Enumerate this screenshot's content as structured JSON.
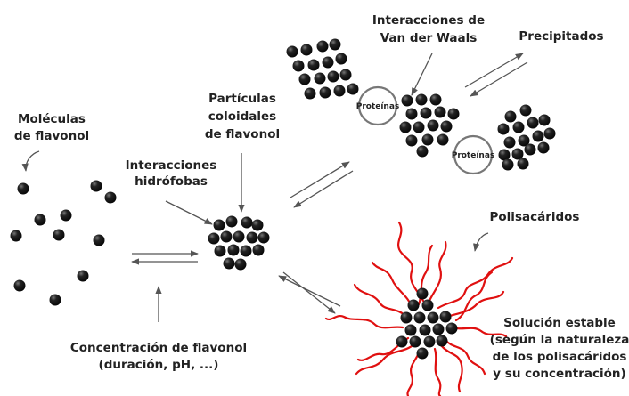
{
  "labels": {
    "moleculas_line1": "Moléculas",
    "moleculas_line2": "de flavonol",
    "interacciones_hidrofobas_line1": "Interacciones",
    "interacciones_hidrofobas_line2": "hidrófobas",
    "particulas_line1": "Partículas",
    "particulas_line2": "coloidales",
    "particulas_line3": "de flavonol",
    "van_der_waals_line1": "Interacciones de",
    "van_der_waals_line2": "Van der Waals",
    "precipitados": "Precipitados",
    "polisacaridos": "Polisacáridos",
    "solucion_line1": "Solución estable",
    "solucion_line2": "(según la naturaleza",
    "solucion_line3": "de los polisacáridos",
    "solucion_line4": "y su concentración)",
    "concentracion_line1": "Concentración de flavonol",
    "concentracion_line2": "(duración, pH, ...)",
    "proteinas_1": "Proteínas",
    "proteinas_2": "Proteínas"
  },
  "colors": {
    "molecule": "#111111",
    "polysaccharide": "#e01010",
    "arrow": "#555555",
    "protein_ring": "#777777"
  }
}
